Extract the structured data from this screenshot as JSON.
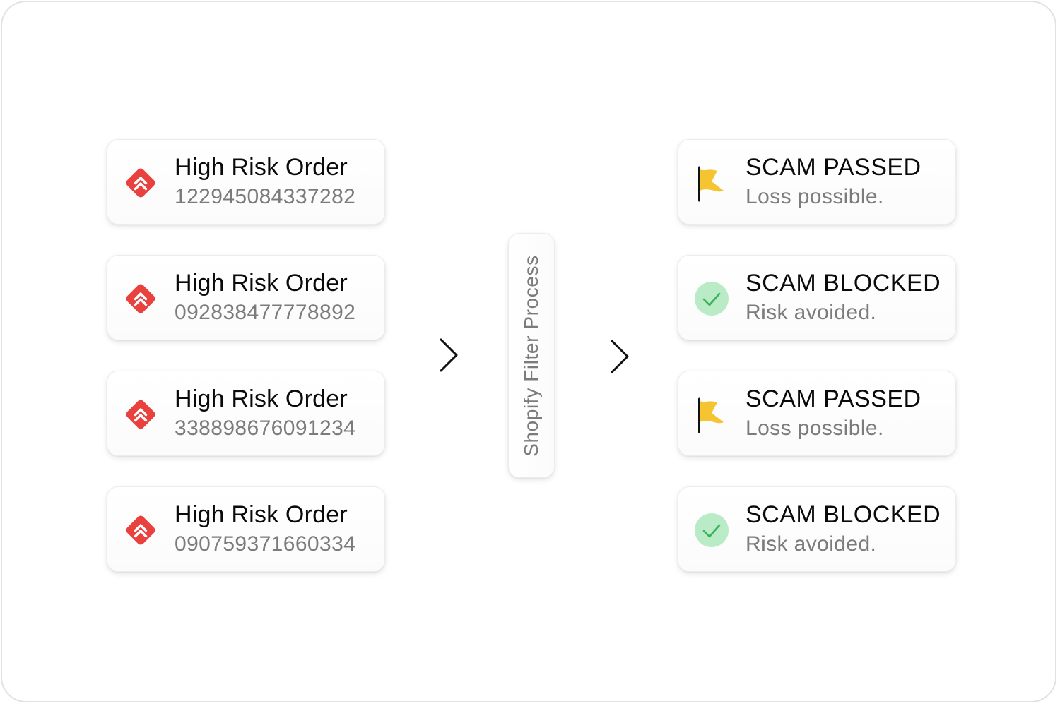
{
  "input_orders": [
    {
      "title": "High Risk Order",
      "number": "122945084337282",
      "icon": "risk-diamond-icon"
    },
    {
      "title": "High Risk Order",
      "number": "092838477778892",
      "icon": "risk-diamond-icon"
    },
    {
      "title": "High Risk Order",
      "number": "338898676091234",
      "icon": "risk-diamond-icon"
    },
    {
      "title": "High Risk Order",
      "number": "090759371660334",
      "icon": "risk-diamond-icon"
    }
  ],
  "process": {
    "label": "Shopify Filter Process"
  },
  "results": [
    {
      "title": "SCAM PASSED",
      "subtitle": "Loss possible.",
      "icon": "flag-icon"
    },
    {
      "title": "SCAM BLOCKED",
      "subtitle": "Risk avoided.",
      "icon": "check-circle-icon"
    },
    {
      "title": "SCAM PASSED",
      "subtitle": "Loss possible.",
      "icon": "flag-icon"
    },
    {
      "title": "SCAM BLOCKED",
      "subtitle": "Risk avoided.",
      "icon": "check-circle-icon"
    }
  ],
  "colors": {
    "risk_red": "#e8413e",
    "flag_yellow": "#f5c431",
    "check_green_bg": "#b9ecc6",
    "check_green": "#3db05c",
    "subtext_gray": "#7b7b7b"
  }
}
